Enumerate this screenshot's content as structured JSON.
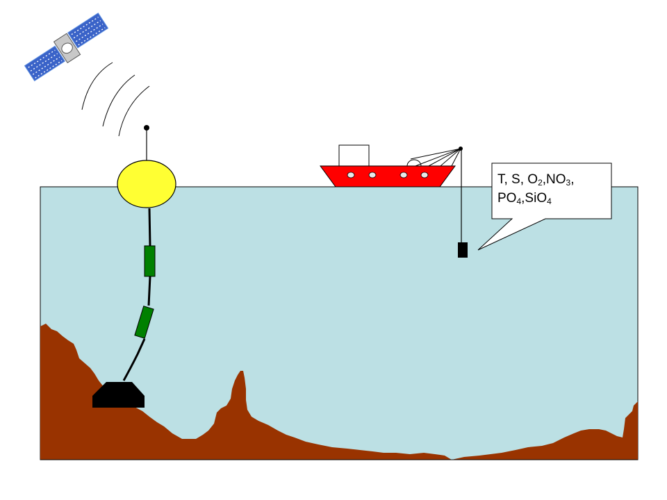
{
  "colors": {
    "ocean": "#bce0e4",
    "seabed": "#993300",
    "buoy": "#ffff33",
    "ship_hull": "#ff0000",
    "instrument": "#008000",
    "anchor": "#000000",
    "solar_panel": "#3a63c8",
    "callout_fill": "#ffffff"
  },
  "icons": {
    "satellite": "satellite-icon",
    "ship": "ship-icon",
    "buoy": "buoy-icon",
    "anchor": "anchor-weight-icon",
    "ctd": "ctd-probe-icon"
  },
  "callout": {
    "line1": {
      "prefix": "T, S, O",
      "o2_sub": "2",
      "no": ",NO",
      "no3_sub": "3",
      "suffix": ","
    },
    "line2": {
      "po": "PO",
      "po4_sub": "4",
      "sio": ",SiO",
      "sio4_sub": "4"
    }
  }
}
